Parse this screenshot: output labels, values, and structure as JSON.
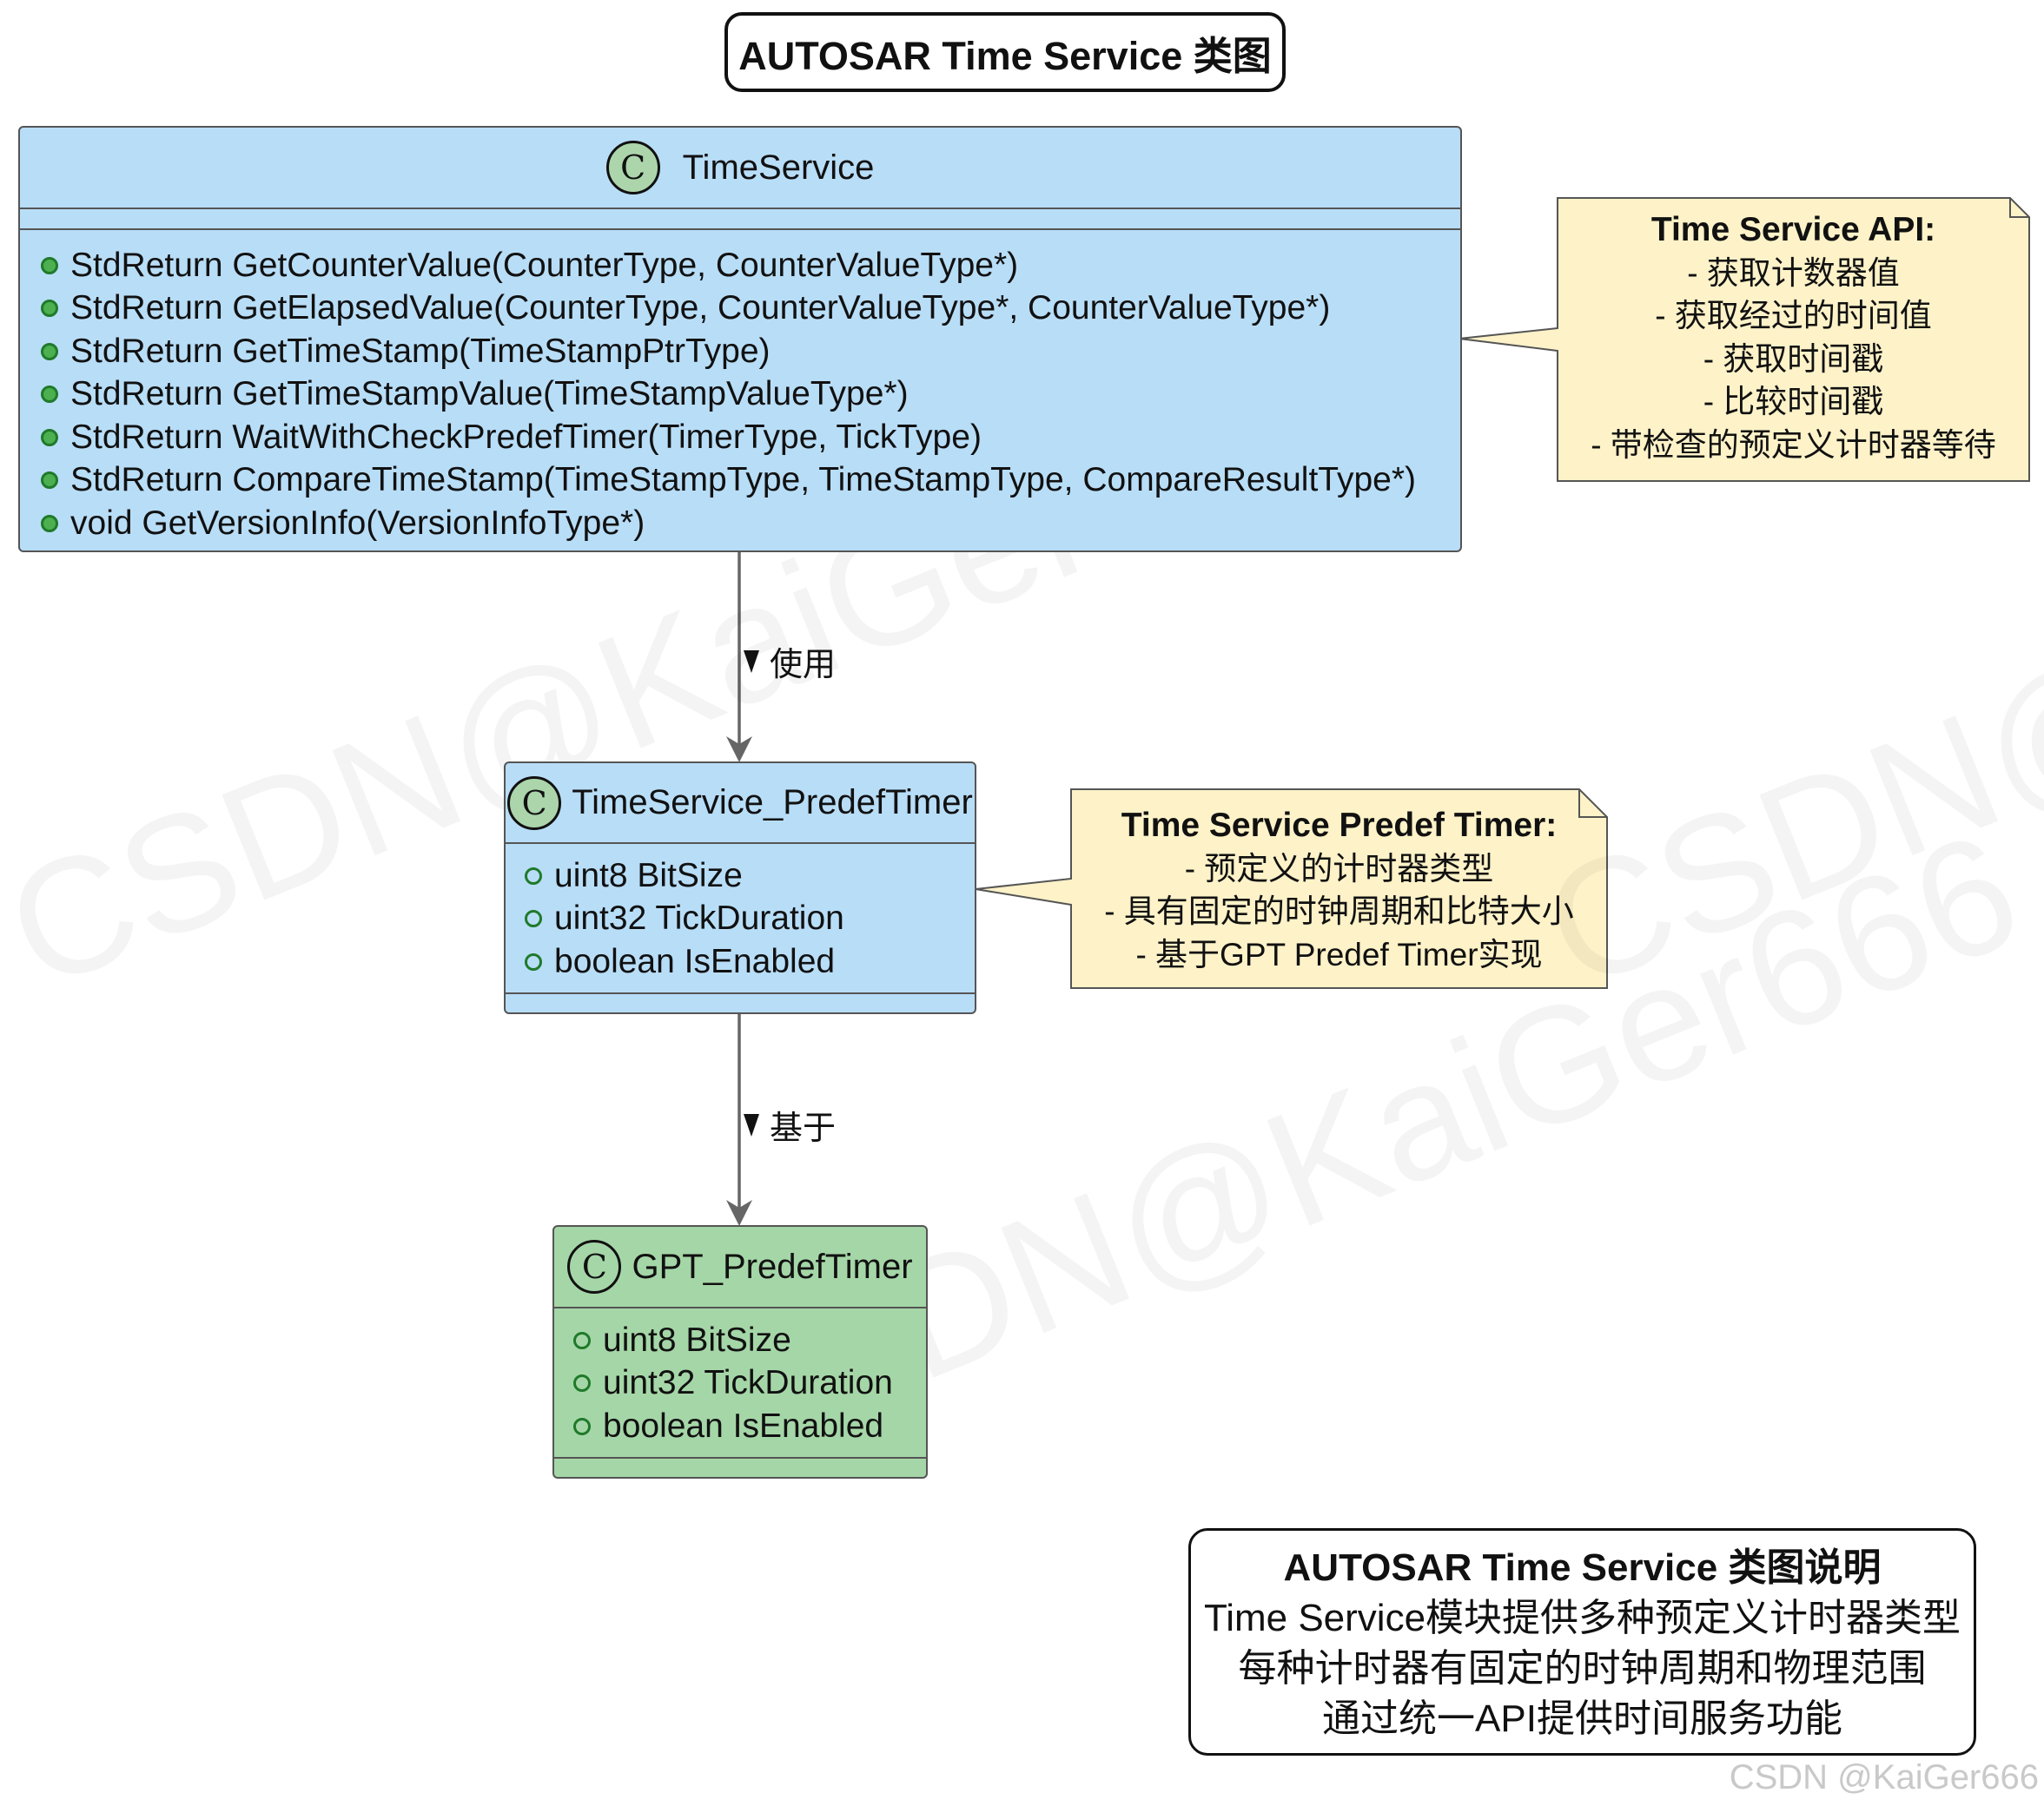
{
  "title": "AUTOSAR Time Service 类图",
  "classes": {
    "time_service": {
      "stereotype_letter": "C",
      "name": "TimeService",
      "methods": [
        "StdReturn GetCounterValue(CounterType, CounterValueType*)",
        "StdReturn GetElapsedValue(CounterType, CounterValueType*, CounterValueType*)",
        "StdReturn GetTimeStamp(TimeStampPtrType)",
        "StdReturn GetTimeStampValue(TimeStampValueType*)",
        "StdReturn WaitWithCheckPredefTimer(TimerType, TickType)",
        "StdReturn CompareTimeStamp(TimeStampType, TimeStampType, CompareResultType*)",
        "void GetVersionInfo(VersionInfoType*)"
      ]
    },
    "predef_timer": {
      "stereotype_letter": "C",
      "name": "TimeService_PredefTimer",
      "fields": [
        "uint8 BitSize",
        "uint32 TickDuration",
        "boolean IsEnabled"
      ]
    },
    "gpt_predef_timer": {
      "stereotype_letter": "C",
      "name": "GPT_PredefTimer",
      "fields": [
        "uint8 BitSize",
        "uint32 TickDuration",
        "boolean IsEnabled"
      ]
    }
  },
  "notes": {
    "api": {
      "title": "Time Service API:",
      "lines": [
        "- 获取计数器值",
        "- 获取经过的时间值",
        "- 获取时间戳",
        "- 比较时间戳",
        "- 带检查的预定义计时器等待"
      ]
    },
    "predef": {
      "title": "Time Service Predef Timer:",
      "lines": [
        "- 预定义的计时器类型",
        "- 具有固定的时钟周期和比特大小",
        "- 基于GPT Predef Timer实现"
      ]
    }
  },
  "relations": {
    "uses_label": "使用",
    "based_on_label": "基于"
  },
  "legend": {
    "title": "AUTOSAR Time Service 类图说明",
    "lines": [
      "Time Service模块提供多种预定义计时器类型",
      "每种计时器有固定的时钟周期和物理范围",
      "通过统一API提供时间服务功能"
    ]
  },
  "watermark": {
    "text": "CSDN@KaiGer666",
    "credit": "CSDN @KaiGer666"
  },
  "colors": {
    "class_blue": "#b8ddf7",
    "class_green": "#a5d6a7",
    "note_yellow": "#fdf2c8",
    "public_marker": "#4caf50"
  }
}
